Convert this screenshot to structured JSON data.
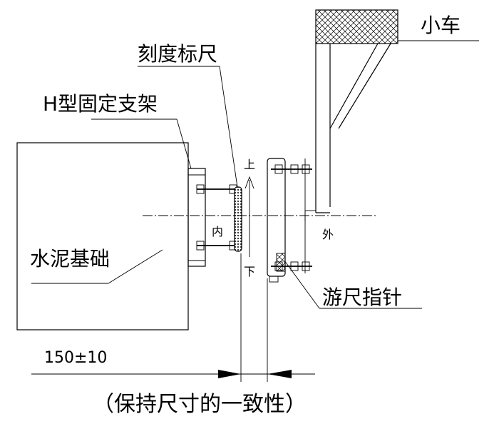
{
  "labels": {
    "cart": "小车",
    "scale_ruler": "刻度标尺",
    "h_bracket": "H型固定支架",
    "concrete_base": "水泥基础",
    "vernier_pointer": "游尺指针",
    "up": "上",
    "down": "下",
    "inner": "内",
    "outer": "外"
  },
  "dimension": {
    "value": "150±10"
  },
  "caption": "（保持尺寸的一致性）"
}
